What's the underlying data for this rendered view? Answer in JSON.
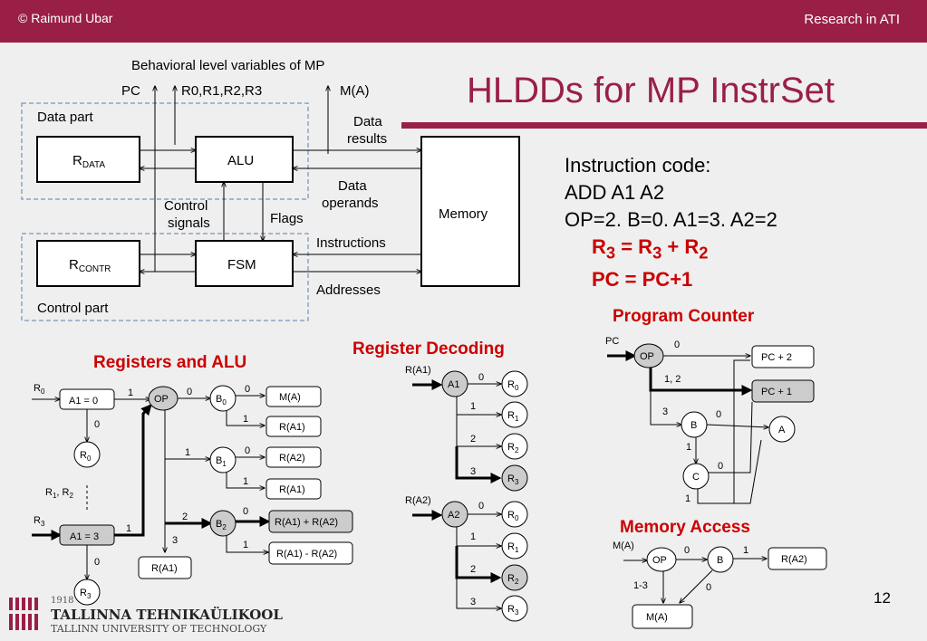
{
  "header": {
    "copyright": "© Raimund Ubar",
    "course": "Research in ATI"
  },
  "slide": {
    "title": "HLDDs for MP InstrSet",
    "page": "12"
  },
  "info": {
    "line1": "Instruction code:",
    "line2": "ADD A1 A2",
    "line3": "OP=2. B=0. A1=3. A2=2",
    "r3": "R",
    "r3sub": "3",
    "eq": " = R",
    "r3sub2": "3",
    "plus": " + R",
    "r2sub": "2",
    "pc": "PC = PC+1"
  },
  "arch": {
    "caption": "Behavioral level variables of MP",
    "pc": "PC",
    "regs": "R0,R1,R2,R3",
    "ma": "M(A)",
    "data_part": "Data part",
    "control_part": "Control part",
    "rdata": "R",
    "rdata_sub": "DATA",
    "alu": "ALU",
    "rcontr": "R",
    "rcontr_sub": "CONTR",
    "fsm": "FSM",
    "memory": "Memory",
    "data_results_1": "Data",
    "data_results_2": "results",
    "data_operands_1": "Data",
    "data_operands_2": "operands",
    "control_1": "Control",
    "control_2": "signals",
    "flags": "Flags",
    "instructions": "Instructions",
    "addresses": "Addresses"
  },
  "headings": {
    "regalu": "Registers and ALU",
    "regdec": "Register Decoding",
    "pcnt": "Program Counter",
    "mem": "Memory Access"
  },
  "logo": {
    "year": "1918",
    "name": "TALLINNA TEHNIKAÜLIKOOL",
    "sub": "TALLINN UNIVERSITY OF TECHNOLOGY"
  }
}
